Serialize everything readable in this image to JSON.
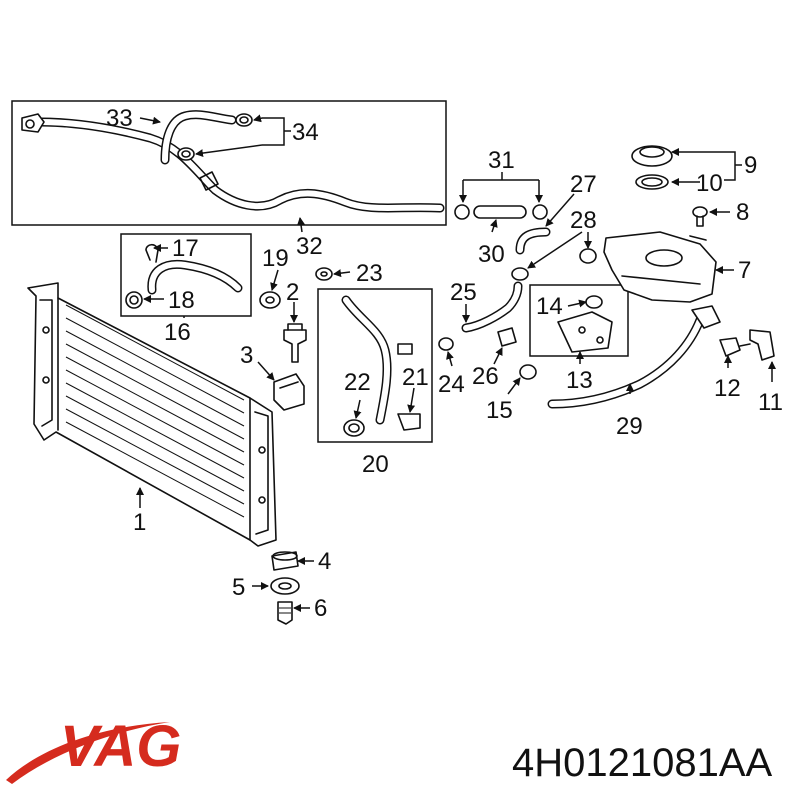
{
  "brand": {
    "name": "VAG",
    "color": "#d52b1e"
  },
  "part_number": "4H0121081AA",
  "callouts": [
    "1",
    "2",
    "3",
    "4",
    "5",
    "6",
    "7",
    "8",
    "9",
    "10",
    "11",
    "12",
    "13",
    "14",
    "15",
    "16",
    "17",
    "18",
    "19",
    "20",
    "21",
    "22",
    "23",
    "24",
    "25",
    "26",
    "27",
    "28",
    "29",
    "30",
    "31",
    "32",
    "33",
    "34"
  ]
}
